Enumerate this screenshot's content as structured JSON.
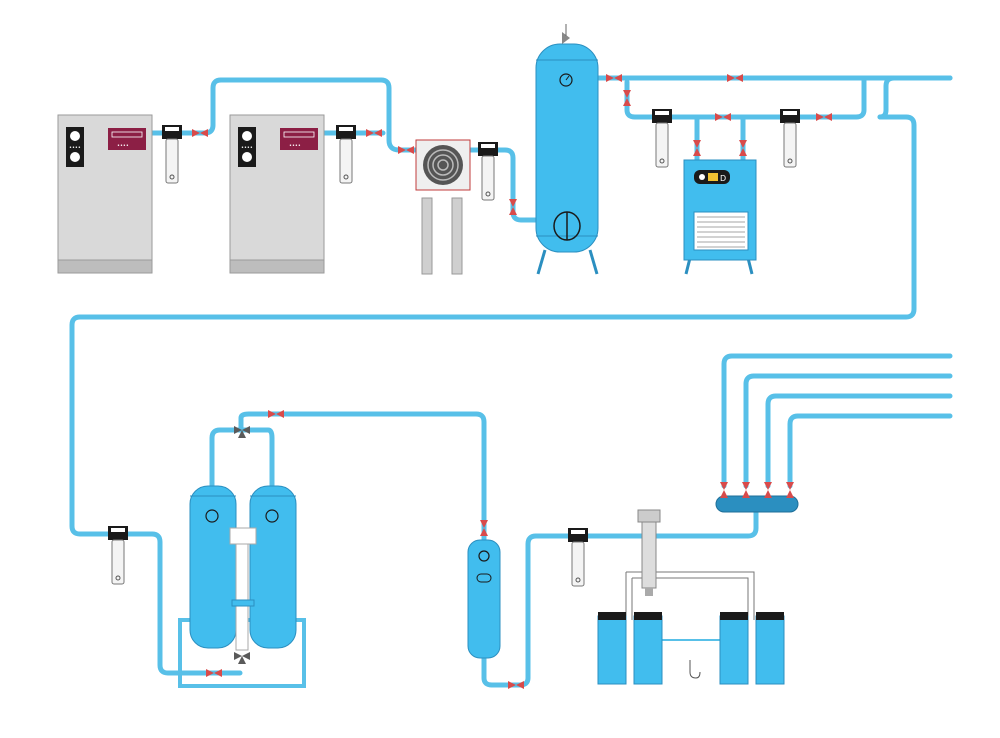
{
  "diagram": {
    "colors": {
      "pipe": "#58c0e8",
      "tank": "#41bdee",
      "valve": "#d84b4b",
      "cabinet": "#d9d9d9",
      "display": "#8c1f45"
    },
    "components": [
      "compressor-unit-1",
      "compressor-unit-2",
      "aftercooler",
      "air-receiver-tank",
      "refrigerated-dryer",
      "desiccant-dryer",
      "buffer-tank",
      "distribution-manifold",
      "oil-water-separator"
    ],
    "icons": [
      "gauge-icon",
      "valve-icon",
      "filter-icon",
      "fan-icon",
      "safety-valve-icon"
    ]
  }
}
